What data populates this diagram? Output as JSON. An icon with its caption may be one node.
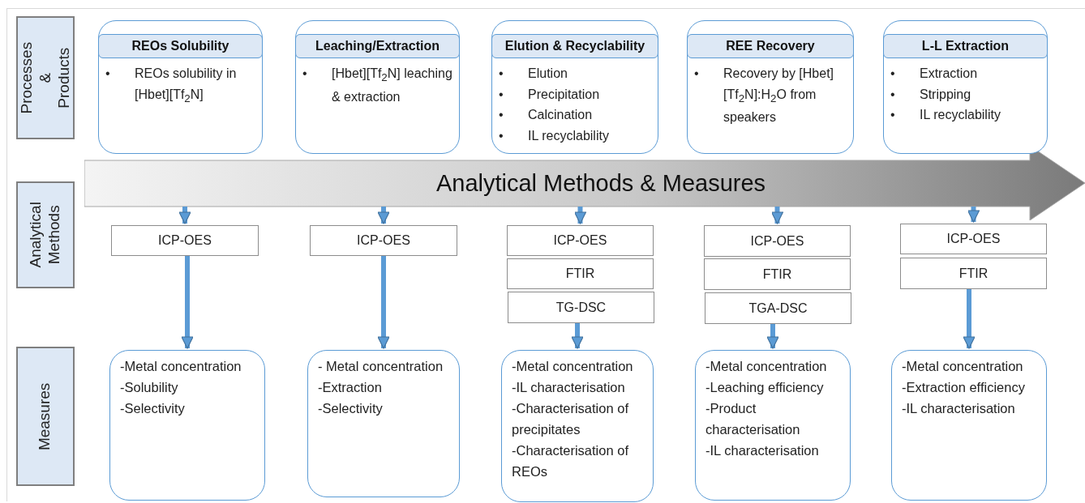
{
  "diagram": {
    "nodes": [
      {
        "text": [
          "Processes & Products"
        ]
      },
      {
        "text": [
          "Analytical Methods"
        ]
      },
      {
        "text": [
          "Measures"
        ]
      },
      {
        "text": [
          "Analytical Methods & Measures"
        ]
      },
      {
        "text": [
          "REOs Solubility",
          "•",
          "REOs solubility in [Hbet][Tf$_{2}$N]"
        ]
      },
      {
        "text": [
          "ICP-OES"
        ]
      },
      {
        "text": [
          "-Metal concentration",
          "-Solubility",
          "-Selectivity"
        ]
      },
      {
        "text": [
          "Leaching/Extraction",
          "•",
          "[Hbet][Tf$_{2}$N] leaching & extraction"
        ]
      },
      {
        "text": [
          "ICP-OES"
        ]
      },
      {
        "text": [
          "- Metal concentration",
          "-Extraction",
          "-Selectivity"
        ]
      },
      {
        "text": [
          "Elution & Recyclability",
          "•",
          "Elution",
          "•",
          "Precipitation",
          "•",
          "Calcination",
          "•",
          "IL recyclability"
        ]
      },
      {
        "text": [
          "ICP-OES"
        ]
      },
      {
        "text": [
          "FTIR"
        ]
      },
      {
        "text": [
          "TG-DSC"
        ]
      },
      {
        "text": [
          "-Metal concentration",
          "-IL characterisation",
          "-Characterisation of precipitates",
          "-Characterisation of REOs"
        ]
      },
      {
        "text": [
          "REE Recovery",
          "•",
          "Recovery by [Hbet][Tf$_{2}$N]:H$_{2}$O from speakers"
        ]
      },
      {
        "text": [
          "ICP-OES"
        ]
      },
      {
        "text": [
          "FTIR"
        ]
      },
      {
        "text": [
          "TGA-DSC"
        ]
      },
      {
        "text": [
          "-Metal concentration",
          "-Leaching efficiency",
          "-Product characterisation",
          "-IL characterisation"
        ]
      },
      {
        "text": [
          "L-L Extraction",
          "•",
          "Extraction",
          "•",
          "Stripping",
          "•",
          "IL recyclability"
        ]
      },
      {
        "text": [
          "ICP-OES"
        ]
      },
      {
        "text": [
          "FTIR"
        ]
      },
      {
        "text": [
          "-Metal concentration",
          "-Extraction efficiency",
          "-IL characterisation"
        ]
      }
    ],
    "edges": [
      {
        "from": 3,
        "to": 5,
        "arrow": "to"
      },
      {
        "from": 5,
        "to": 6,
        "arrow": "to"
      },
      {
        "from": 3,
        "to": 8,
        "arrow": "to"
      },
      {
        "from": 8,
        "to": 9,
        "arrow": "to"
      },
      {
        "from": 3,
        "to": 11,
        "arrow": "to"
      },
      {
        "from": 13,
        "to": 14,
        "arrow": "to"
      },
      {
        "from": 3,
        "to": 16,
        "arrow": "to"
      },
      {
        "from": 18,
        "to": 19,
        "arrow": "to"
      },
      {
        "from": 3,
        "to": 21,
        "arrow": "to"
      },
      {
        "from": 22,
        "to": 23,
        "arrow": "to"
      }
    ]
  }
}
